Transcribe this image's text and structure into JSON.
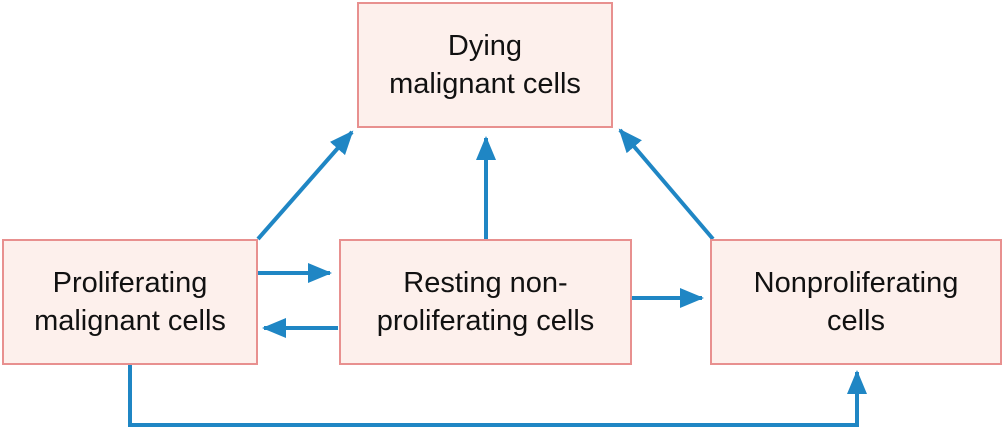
{
  "nodes": {
    "dying": {
      "label_1": "Dying",
      "label_2": "malignant cells"
    },
    "proliferating": {
      "label_1": "Proliferating",
      "label_2": "malignant cells"
    },
    "resting": {
      "label_1": "Resting non-",
      "label_2": "proliferating cells"
    },
    "nonproliferating": {
      "label_1": "Nonproliferating",
      "label_2": "cells"
    }
  },
  "colors": {
    "box_fill": "#fdf0ec",
    "box_border": "#e8908f",
    "arrow": "#1f86c4",
    "text": "#111111"
  }
}
